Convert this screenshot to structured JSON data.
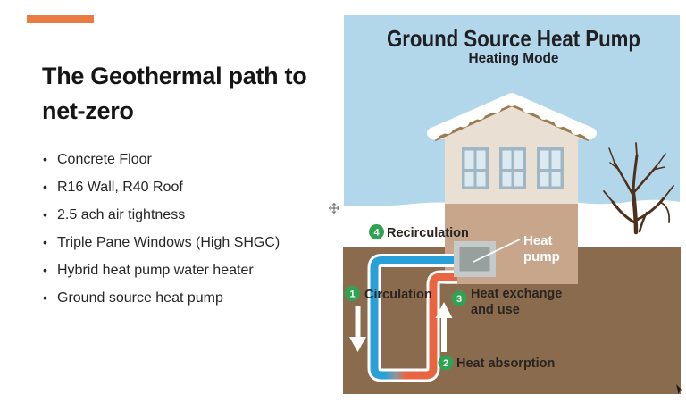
{
  "slide": {
    "accent_color": "#e87c42",
    "title_lines": [
      "The Geothermal path to",
      "net-zero"
    ],
    "bullets": [
      "Concrete Floor",
      "R16 Wall, R40 Roof",
      "2.5 ach air tightness",
      "Triple Pane Windows (High SHGC)",
      "Hybrid heat pump water heater",
      "Ground source heat pump"
    ]
  },
  "diagram": {
    "title": "Ground Source Heat Pump",
    "subtitle": "Heating Mode",
    "heat_pump_label_lines": [
      "Heat",
      "pump"
    ],
    "steps": [
      {
        "num": "1",
        "lines": [
          "Circulation"
        ]
      },
      {
        "num": "2",
        "lines": [
          "Heat absorption"
        ]
      },
      {
        "num": "3",
        "lines": [
          "Heat exchange",
          "and use"
        ]
      },
      {
        "num": "4",
        "lines": [
          "Recirculation"
        ]
      }
    ],
    "colors": {
      "sky": "#b3d7ea",
      "snow": "#ffffff",
      "ground": "#8b6b4e",
      "house_wall": "#eadfd3",
      "house_base": "#c7a68c",
      "roof_trim": "#9c7b51",
      "window_frame": "#9fb6c4",
      "window_pane": "#dbe9f0",
      "pipe_cold": "#2aa0d8",
      "pipe_hot": "#e96441",
      "step_badge": "#2fa351",
      "heat_pump_fill": "#98a09e",
      "heat_pump_border": "#c5cbca",
      "tree": "#4f301d"
    }
  }
}
